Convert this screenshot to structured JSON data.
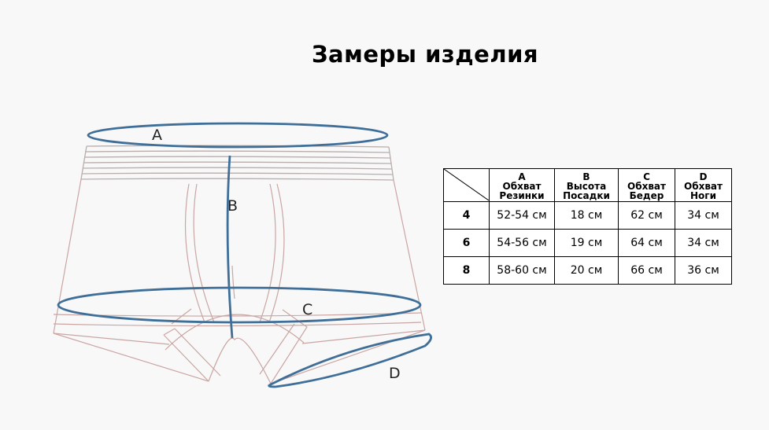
{
  "title": "Замеры изделия",
  "diagram": {
    "labels": {
      "a": "A",
      "b": "B",
      "c": "C",
      "d": "D"
    },
    "colors": {
      "garment": "#c9a6a3",
      "waistband": "#b5aaa8",
      "measure": "#3f6f99"
    }
  },
  "table": {
    "headers": [
      {
        "letter": "A",
        "line1": "Обхват",
        "line2": "Резинки"
      },
      {
        "letter": "B",
        "line1": "Высота",
        "line2": "Посадки"
      },
      {
        "letter": "C",
        "line1": "Обхват",
        "line2": "Бедер"
      },
      {
        "letter": "D",
        "line1": "Обхват",
        "line2": "Ноги"
      }
    ],
    "rows": [
      {
        "size": "4",
        "a": "52-54 см",
        "b": "18 см",
        "c": "62 см",
        "d": "34 см"
      },
      {
        "size": "6",
        "a": "54-56 см",
        "b": "19 см",
        "c": "64 см",
        "d": "34 см"
      },
      {
        "size": "8",
        "a": "58-60 см",
        "b": "20 см",
        "c": "66 см",
        "d": "36 см"
      }
    ]
  }
}
